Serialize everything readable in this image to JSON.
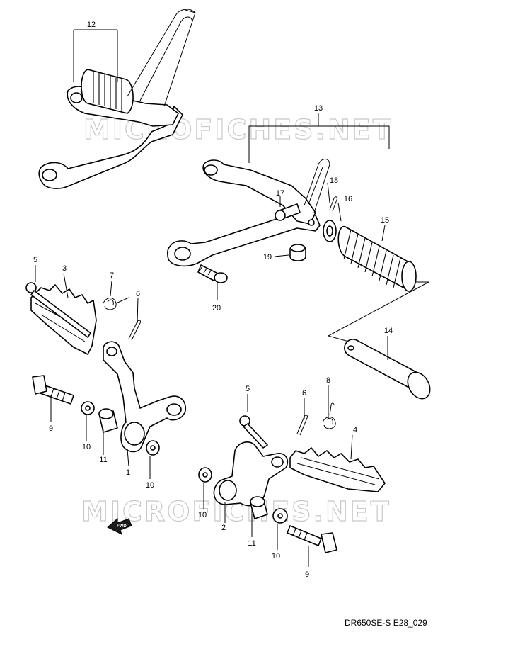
{
  "watermark": "MICROFICHES.NET",
  "fwd": "FWD",
  "diagram_code": "DR650SE-S E28_029",
  "callouts": [
    "12",
    "13",
    "18",
    "16",
    "17",
    "15",
    "19",
    "20",
    "14",
    "5",
    "3",
    "7",
    "6",
    "9",
    "10",
    "11",
    "1",
    "10",
    "5",
    "6",
    "8",
    "4",
    "10",
    "2",
    "11",
    "10",
    "9"
  ]
}
